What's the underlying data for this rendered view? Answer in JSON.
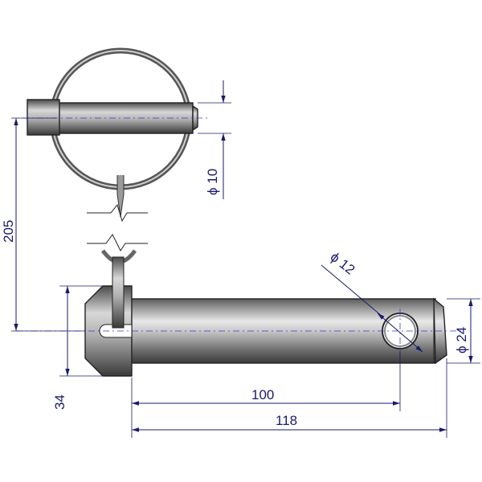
{
  "dimensions": {
    "d_ring_pin": "ϕ 10",
    "total_offset": "205",
    "d_hole": "ϕ 12",
    "d_pin": "ϕ 24",
    "head_height": "34",
    "hole_distance": "100",
    "pin_length": "118"
  },
  "colors": {
    "dimension": "#1a1a6e",
    "centerline": "#3a3ad0",
    "outline": "#222222"
  }
}
